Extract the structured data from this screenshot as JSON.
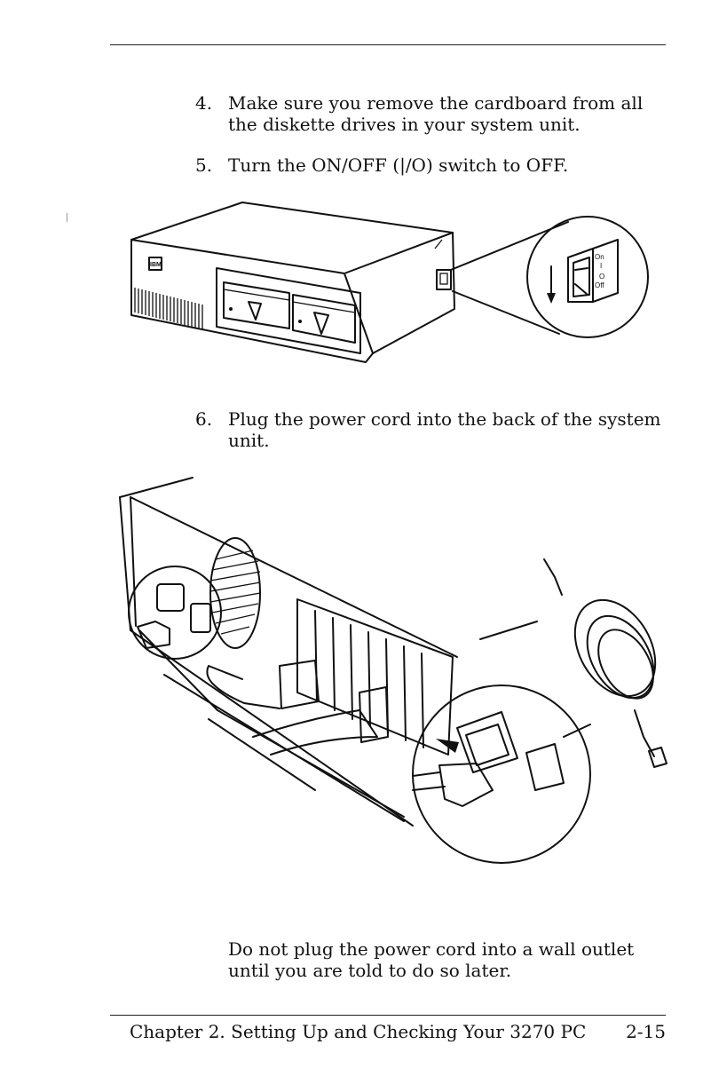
{
  "steps": [
    {
      "number": "4.",
      "text": "Make sure you remove the cardboard from all the diskette drives in your system unit."
    },
    {
      "number": "5.",
      "text": "Turn the ON/OFF (|/O) switch to OFF."
    },
    {
      "number": "6.",
      "text": "Plug the power cord into the back of the system unit."
    }
  ],
  "figure1": {
    "logo": "IBM",
    "switch_labels": [
      "On",
      "I",
      "O",
      "Off"
    ]
  },
  "note": "Do not plug the power cord into a wall outlet until you are told to do so later.",
  "footer": {
    "chapter": "Chapter 2. Setting Up and Checking Your 3270 PC",
    "page": "2-15"
  }
}
